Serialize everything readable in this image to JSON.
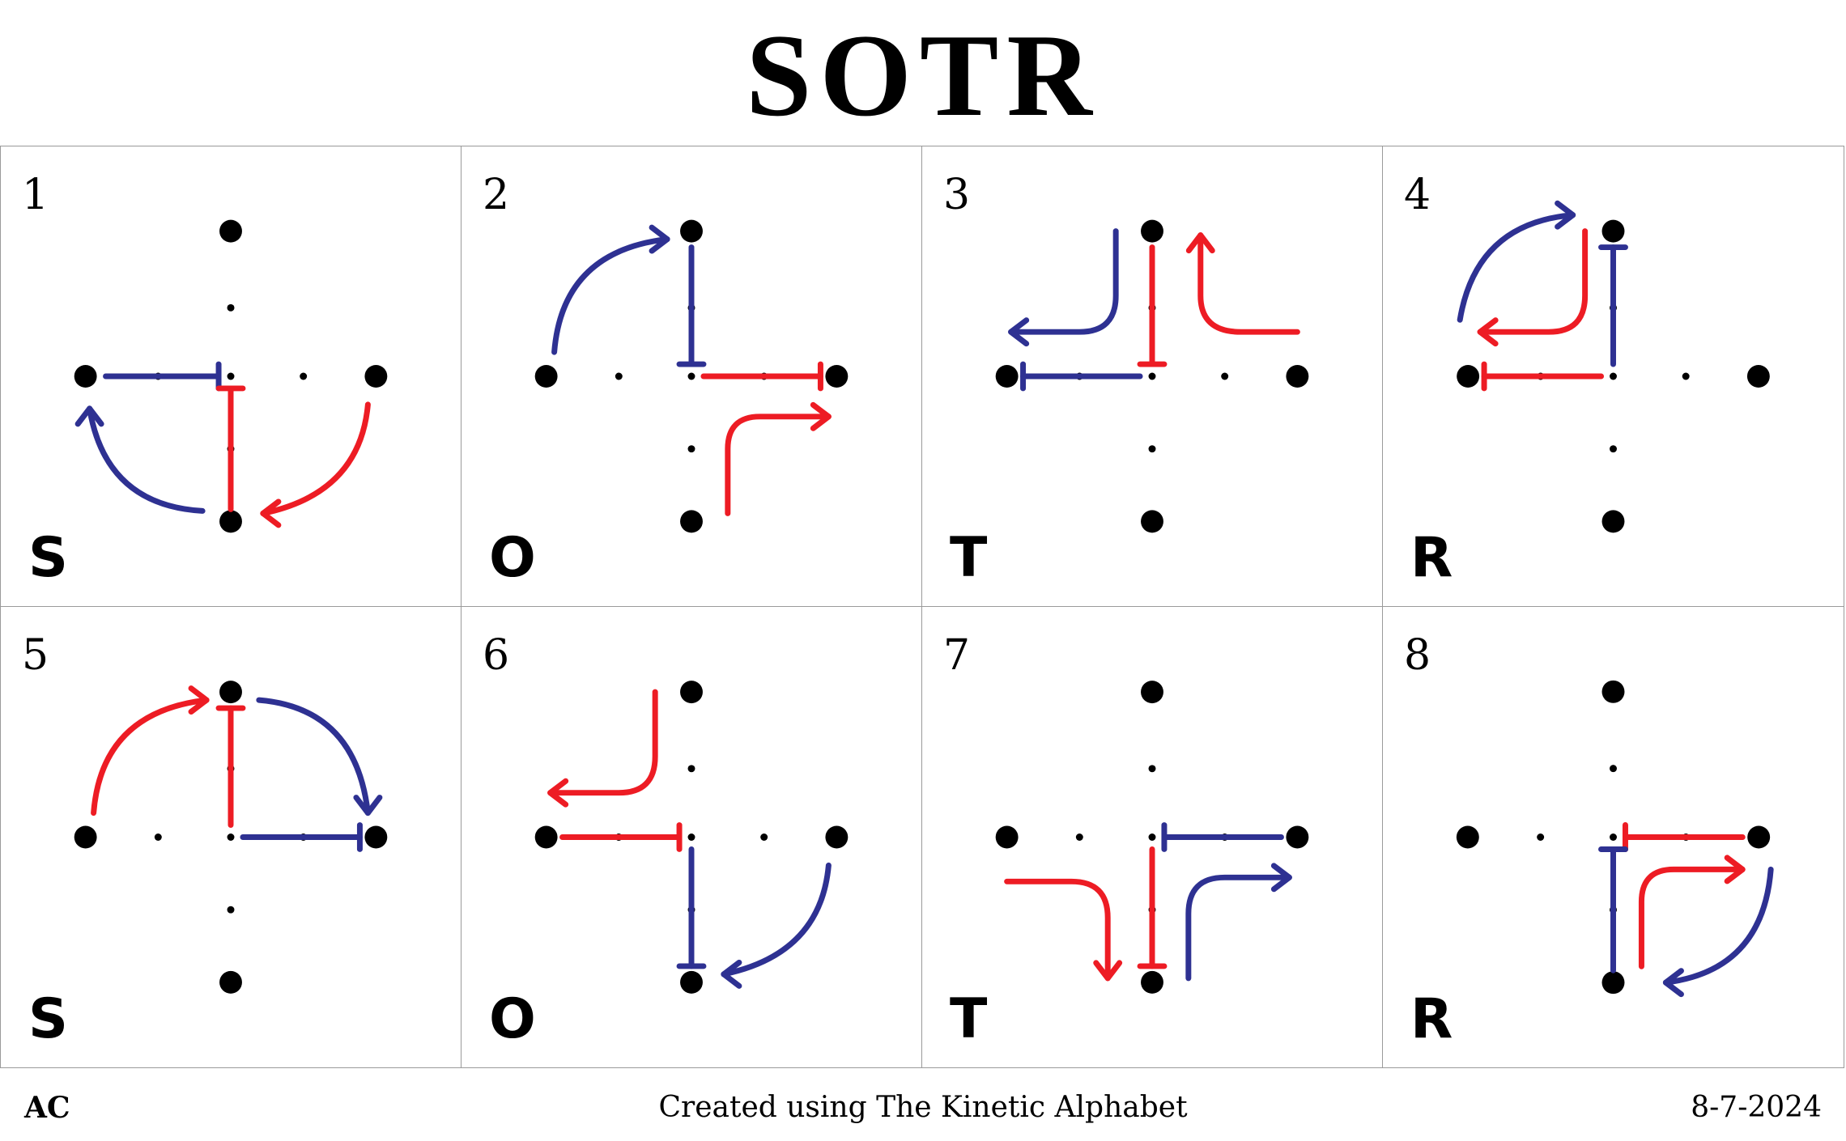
{
  "title": "SOTR",
  "colors": {
    "blue": "#2e3192",
    "red": "#ed1c24",
    "dot": "#000000"
  },
  "panels": [
    {
      "number": "1",
      "letter": "S"
    },
    {
      "number": "2",
      "letter": "O"
    },
    {
      "number": "3",
      "letter": "T"
    },
    {
      "number": "4",
      "letter": "R"
    },
    {
      "number": "5",
      "letter": "S"
    },
    {
      "number": "6",
      "letter": "O"
    },
    {
      "number": "7",
      "letter": "T"
    },
    {
      "number": "8",
      "letter": "R"
    }
  ],
  "footer": {
    "left": "AC",
    "center": "Created using The Kinetic Alphabet",
    "right": "8-7-2024"
  }
}
